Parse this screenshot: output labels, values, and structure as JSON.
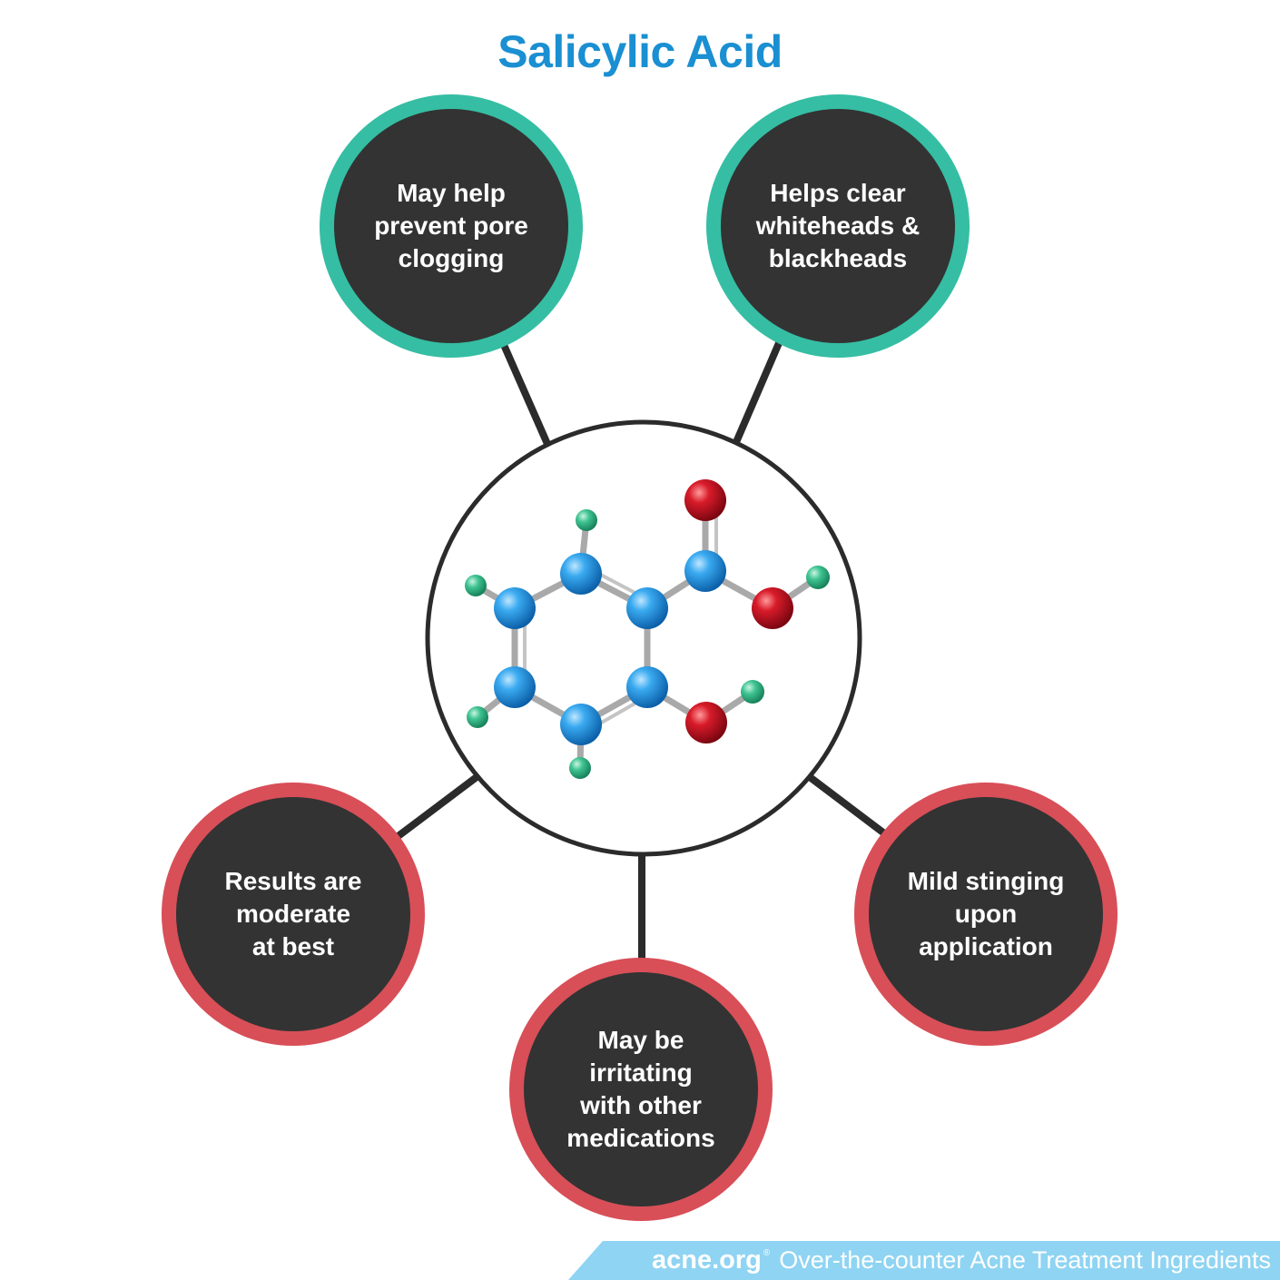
{
  "title": "Salicylic Acid",
  "colors": {
    "title": "#1a8fd2",
    "pro_ring": "#35bea3",
    "con_ring": "#d84f58",
    "bubble_fill": "#333333",
    "footer_band": "#8fd4f2",
    "carbon_atom": "#2c9fe6",
    "oxygen_atom": "#cc1122",
    "hydrogen_atom": "#3fc391"
  },
  "center": {
    "image": "salicylic-acid-molecule-model"
  },
  "pros": [
    {
      "label": "May help\nprevent pore\nclogging"
    },
    {
      "label": "Helps clear\nwhiteheads &\nblackheads"
    }
  ],
  "cons": [
    {
      "label": "Results are\nmoderate\nat best"
    },
    {
      "label": "May be\nirritating\nwith other\nmedications"
    },
    {
      "label": "Mild stinging\nupon\napplication"
    }
  ],
  "footer": {
    "brand": "acne.org",
    "registered": "®",
    "caption": "Over-the-counter Acne Treatment Ingredients"
  }
}
